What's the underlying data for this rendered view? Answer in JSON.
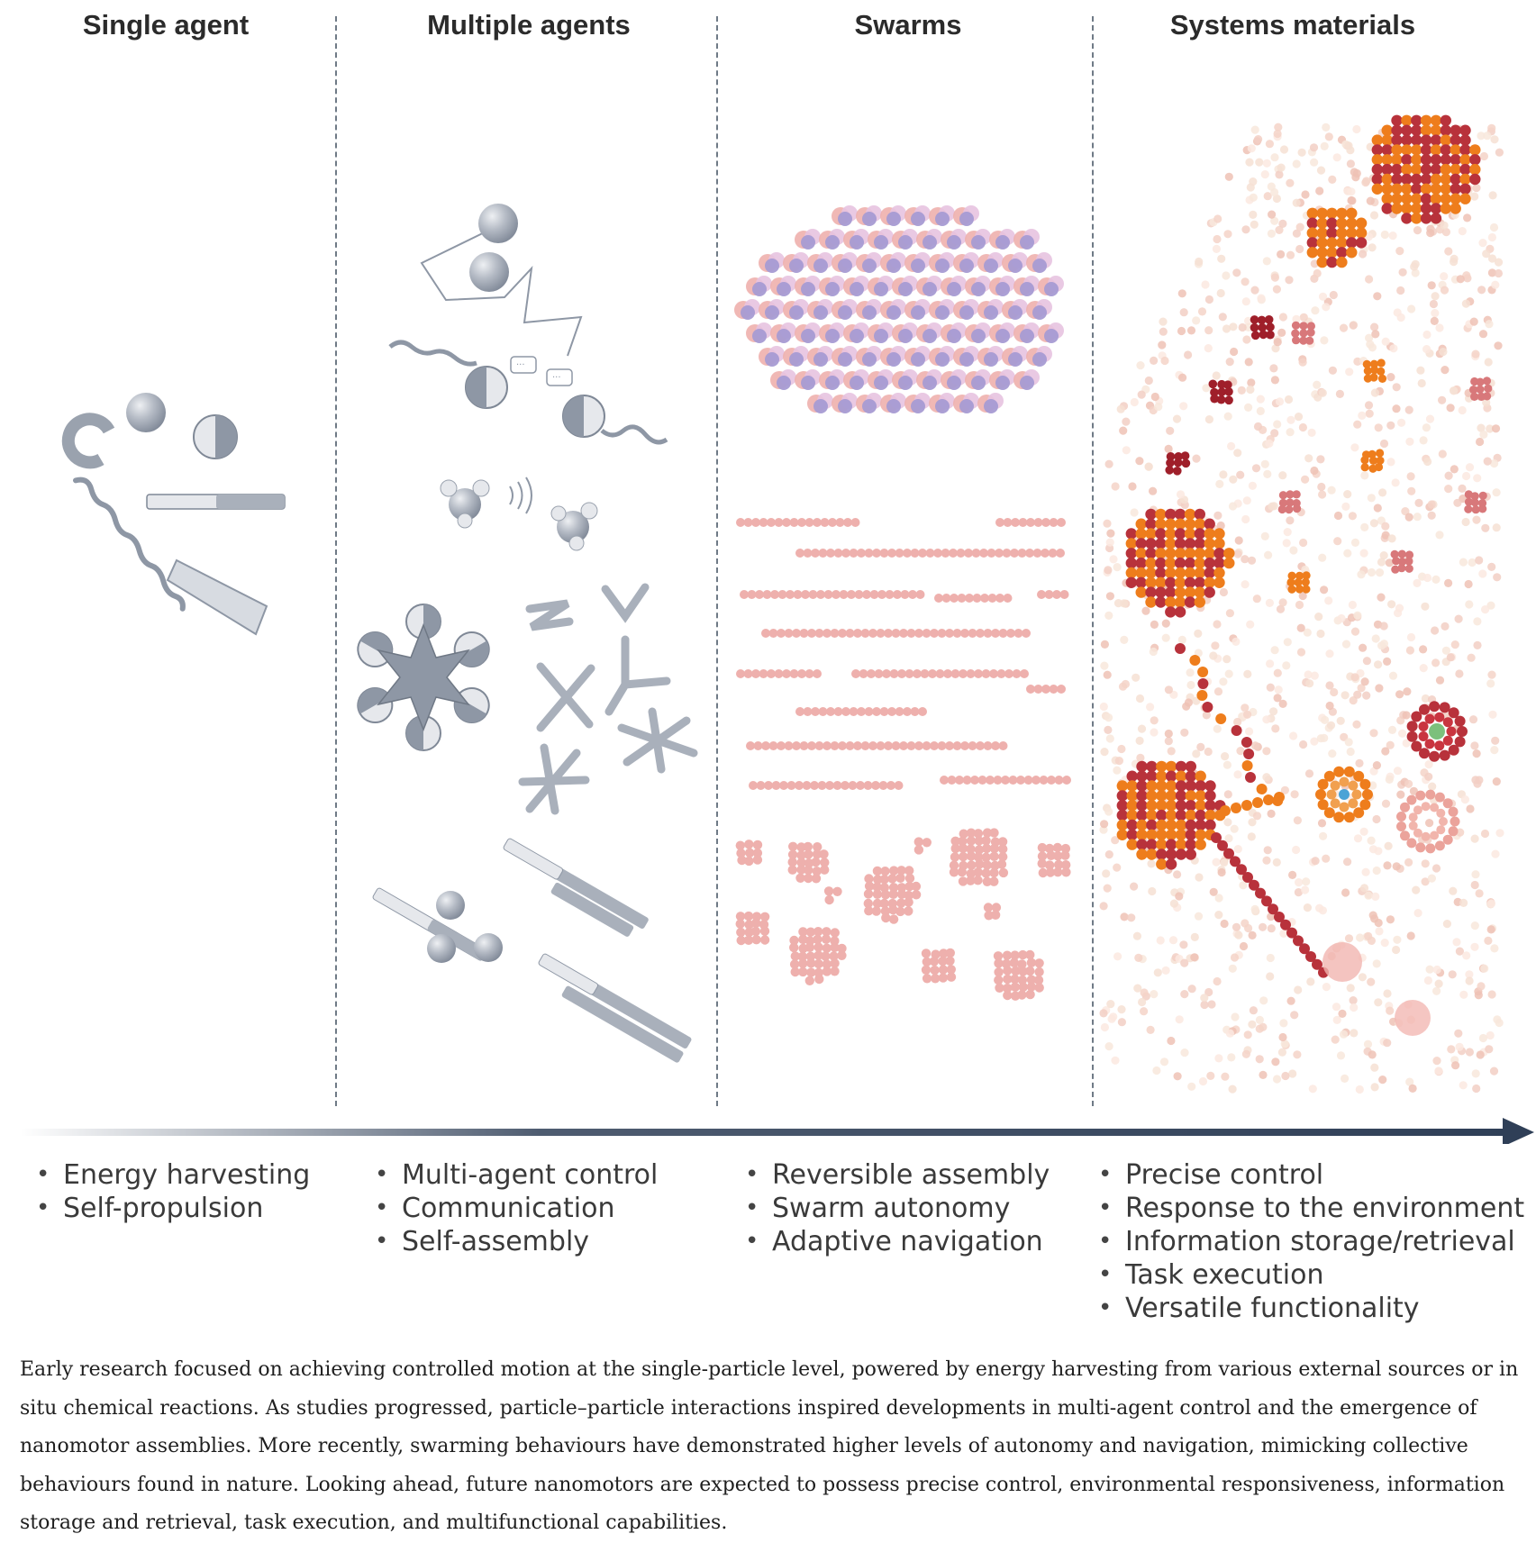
{
  "columns": [
    {
      "title": "Single agent",
      "bullets": [
        "Energy harvesting",
        "Self-propulsion"
      ]
    },
    {
      "title": "Multiple agents",
      "bullets": [
        "Multi-agent control",
        "Communication",
        "Self-assembly"
      ]
    },
    {
      "title": "Swarms",
      "bullets": [
        "Reversible assembly",
        "Swarm autonomy",
        "Adaptive navigation"
      ]
    },
    {
      "title": "Systems materials",
      "bullets": [
        "Precise control",
        "Response to the environment",
        "Information storage/retrieval",
        "Task execution",
        "Versatile functionality"
      ]
    }
  ],
  "caption": "Early research focused on achieving controlled motion at the single-particle level, powered by energy harvesting from various external sources or in situ chemical reactions. As studies progressed, particle–particle interactions inspired developments in multi-agent control and the emergence of nanomotor assemblies. More recently, swarming behaviours have demonstrated higher levels of autonomy and navigation, mimicking collective behaviours found in nature. Looking ahead, future nanomotors are expected to possess precise control, environmental responsiveness, information storage and retrieval, task execution, and multifunctional capabilities.",
  "colors": {
    "agent_gray": "#a9b0bb",
    "agent_dark": "#7f8896",
    "agent_light": "#e6e8ec",
    "swarm_pink": "#eeb0ad",
    "swarm_violet": "#a79bd3",
    "system_red": "#b8323b",
    "system_orange": "#ee7d1c",
    "system_light": "#f2c9b9",
    "arrow": "#2f3f57"
  }
}
